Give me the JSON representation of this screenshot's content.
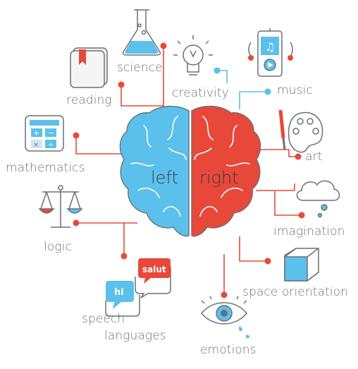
{
  "hemispheres": {
    "left": "left",
    "right": "right"
  },
  "left_skills": {
    "science": "science",
    "reading": "reading",
    "mathematics": "mathematics",
    "logic": "logic",
    "speech": "speech",
    "languages": "languages"
  },
  "right_skills": {
    "creativity": "creativity",
    "music": "music",
    "art": "art",
    "imagination": "imagination",
    "space_orientation": "space orientation",
    "emotions": "emotions"
  },
  "bubbles": {
    "hi": "hi",
    "salut": "salut"
  },
  "colors": {
    "left": "#5bc0eb",
    "right": "#e8483a",
    "line_red": "#e84a3a",
    "line_blue": "#5bc0eb",
    "outline": "#6b7078",
    "text": "#6b7078"
  }
}
